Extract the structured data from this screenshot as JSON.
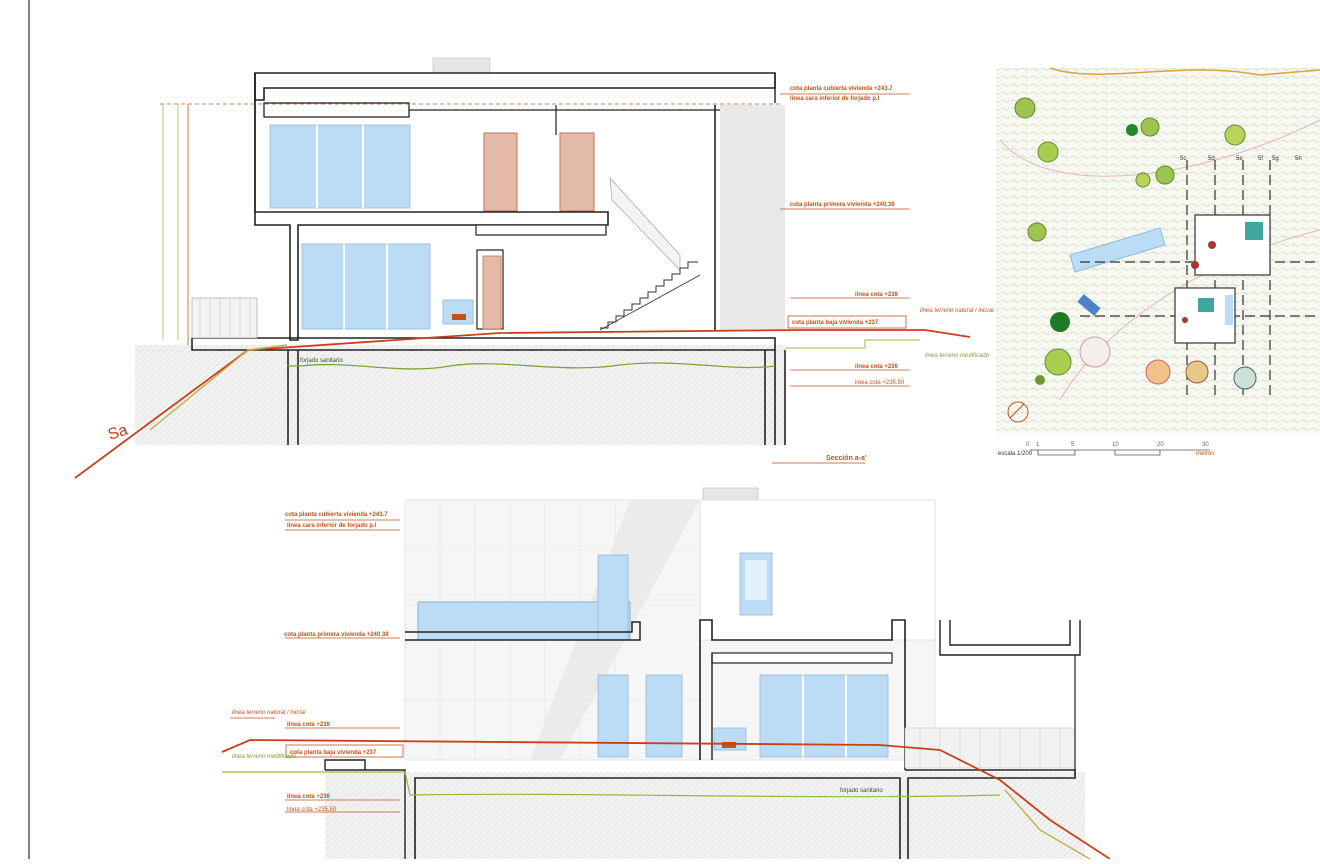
{
  "section_top": {
    "labels": {
      "cubierta": "cota planta cubierta vivienda +243.7",
      "forjado": "linea cara inferior de forjado p.l",
      "primera": "cota planta primera vivienda +240.39",
      "cota238": "linea cota +238",
      "baja": "cota planta baja vivienda +237",
      "terreno_natural": "linea terreno natural / inicial",
      "terreno_modificado": "linea terreno modificado",
      "cota236": "linea cota +236",
      "cota23550": "linea cota +235.50",
      "forjado_sanitario": "forjado sanitario",
      "section_name": "Sección a-a'",
      "sa_mark": "Sa"
    }
  },
  "site_plan": {
    "axis_labels": [
      "5c",
      "5d",
      "5e",
      "5f",
      "5g",
      "5h"
    ],
    "scale_label": "escala 1/200",
    "scale_ticks": [
      "0",
      "1",
      "5",
      "10",
      "20",
      "30"
    ],
    "scale_unit": "metros"
  },
  "section_bottom": {
    "labels": {
      "cubierta": "cota planta cubierta vivienda +243.7",
      "forjado": "linea cara inferior de forjado p.l",
      "primera": "cota planta primera vivienda +240.39",
      "terreno_natural": "linea terreno natural / inicial",
      "cota238": "linea cota +238",
      "baja": "cota planta baja vivienda +237",
      "terreno_modificado": "linea terreno modificado",
      "cota236": "linea cota +236",
      "cota23550": "linea cota +235.50",
      "forjado_sanitario": "forjado sanitario"
    }
  },
  "colors": {
    "terrain_natural": "#c8401a",
    "terrain_modified": "#8fbf3a",
    "glass": "#bcdcf5",
    "door": "#e3b9a8",
    "label": "#c0521c",
    "wall": "#222222"
  }
}
